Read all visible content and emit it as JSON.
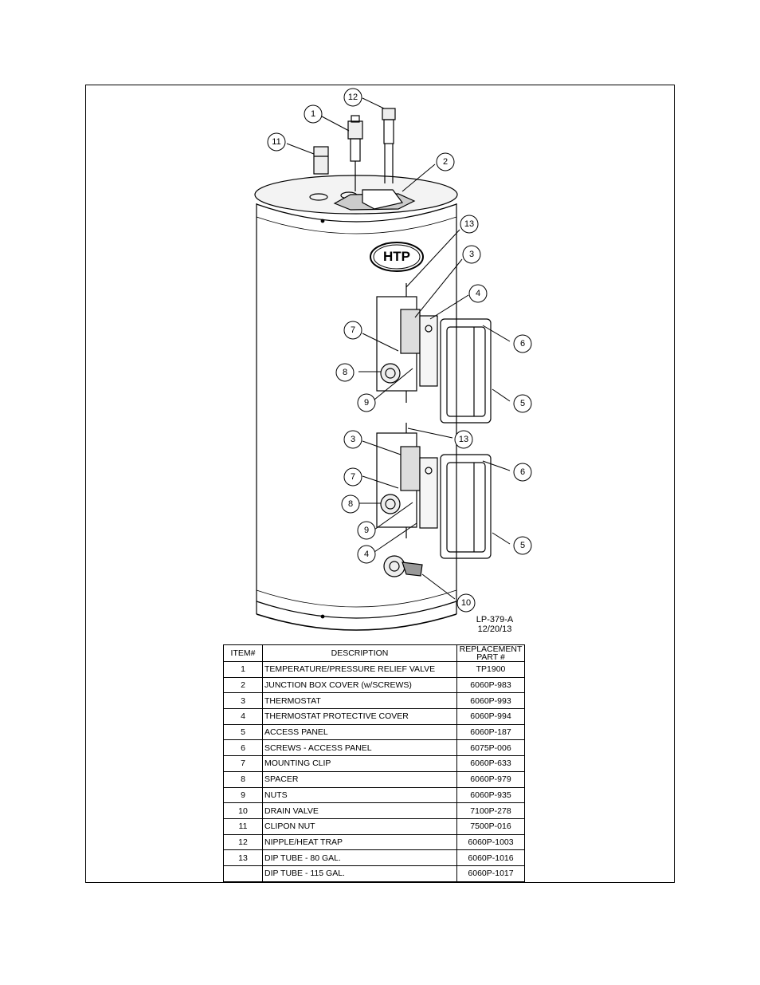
{
  "drawing": {
    "id": "LP-379-A",
    "date": "12/20/13",
    "logo_text": "HTP"
  },
  "callouts": [
    "1",
    "2",
    "3",
    "4",
    "5",
    "6",
    "7",
    "8",
    "9",
    "10",
    "11",
    "12",
    "13",
    "3",
    "4",
    "5",
    "6",
    "7",
    "8",
    "9",
    "13"
  ],
  "table": {
    "headers": {
      "item": "ITEM#",
      "description": "DESCRIPTION",
      "part_line1": "REPLACEMENT",
      "part_line2": "PART #"
    },
    "rows": [
      {
        "item": "1",
        "description": "TEMPERATURE/PRESSURE RELIEF VALVE",
        "part": "TP1900"
      },
      {
        "item": "2",
        "description": "JUNCTION BOX COVER (w/SCREWS)",
        "part": "6060P-983"
      },
      {
        "item": "3",
        "description": "THERMOSTAT",
        "part": "6060P-993"
      },
      {
        "item": "4",
        "description": "THERMOSTAT PROTECTIVE COVER",
        "part": "6060P-994"
      },
      {
        "item": "5",
        "description": "ACCESS PANEL",
        "part": "6060P-187"
      },
      {
        "item": "6",
        "description": "SCREWS - ACCESS PANEL",
        "part": "6075P-006"
      },
      {
        "item": "7",
        "description": "MOUNTING CLIP",
        "part": "6060P-633"
      },
      {
        "item": "8",
        "description": "SPACER",
        "part": "6060P-979"
      },
      {
        "item": "9",
        "description": "NUTS",
        "part": "6060P-935"
      },
      {
        "item": "10",
        "description": "DRAIN VALVE",
        "part": "7100P-278"
      },
      {
        "item": "11",
        "description": "CLIPON NUT",
        "part": "7500P-016"
      },
      {
        "item": "12",
        "description": "NIPPLE/HEAT TRAP",
        "part": "6060P-1003"
      },
      {
        "item": "13",
        "description": "DIP TUBE - 80 GAL.",
        "part": "6060P-1016"
      },
      {
        "item": "",
        "description": "DIP TUBE - 115 GAL.",
        "part": "6060P-1017"
      }
    ]
  }
}
